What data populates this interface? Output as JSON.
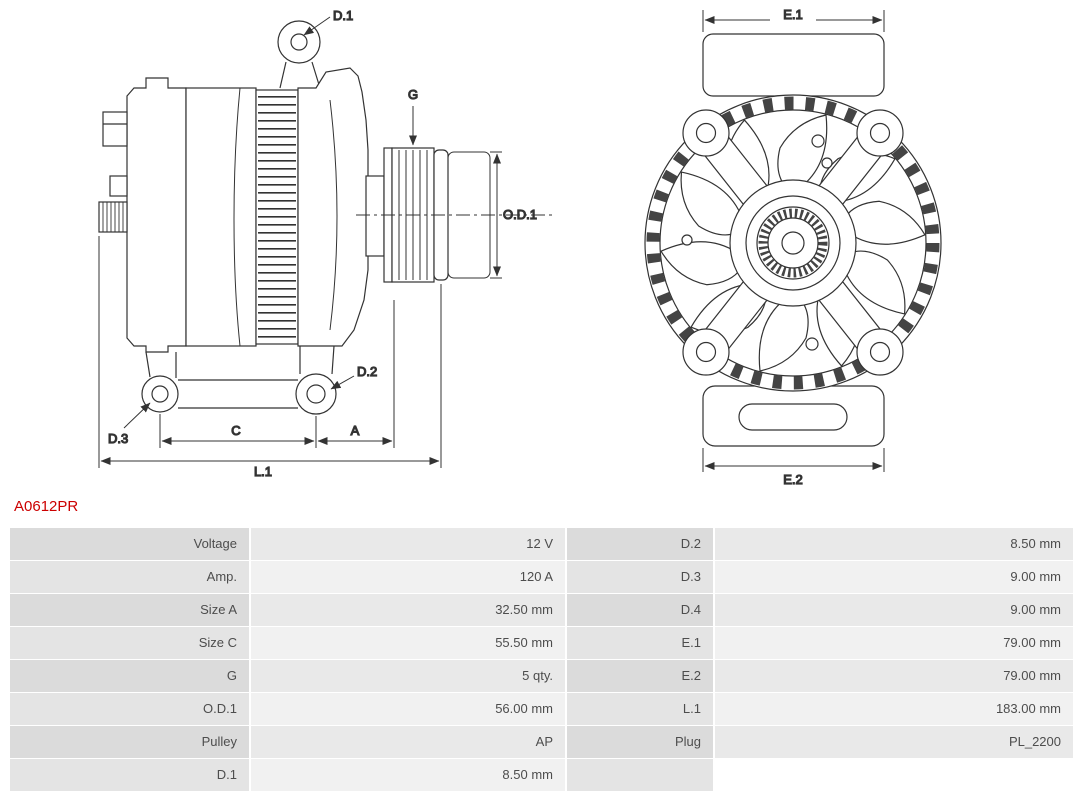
{
  "part_number": "A0612PR",
  "colors": {
    "part_number_red": "#cc0000",
    "drawing_line": "#333333",
    "table_label_bg_odd": "#dbdbdb",
    "table_value_bg_odd": "#e9e9e9",
    "table_label_bg_even": "#e4e4e4",
    "table_value_bg_even": "#f1f1f1"
  },
  "drawing": {
    "side": {
      "d1": "D.1",
      "g": "G",
      "od1": "O.D.1",
      "d2": "D.2",
      "d3": "D.3",
      "c": "C",
      "a": "A",
      "l1": "L.1"
    },
    "front": {
      "e1": "E.1",
      "e2": "E.2"
    }
  },
  "table": {
    "rows": [
      {
        "label1": "Voltage",
        "value1": "12 V",
        "label2": "D.2",
        "value2": "8.50 mm"
      },
      {
        "label1": "Amp.",
        "value1": "120 A",
        "label2": "D.3",
        "value2": "9.00 mm"
      },
      {
        "label1": "Size A",
        "value1": "32.50 mm",
        "label2": "D.4",
        "value2": "9.00 mm"
      },
      {
        "label1": "Size C",
        "value1": "55.50 mm",
        "label2": "E.1",
        "value2": "79.00 mm"
      },
      {
        "label1": "G",
        "value1": "5 qty.",
        "label2": "E.2",
        "value2": "79.00 mm"
      },
      {
        "label1": "O.D.1",
        "value1": "56.00 mm",
        "label2": "L.1",
        "value2": "183.00 mm"
      },
      {
        "label1": "Pulley",
        "value1": "AP",
        "label2": "Plug",
        "value2": "PL_2200"
      },
      {
        "label1": "D.1",
        "value1": "8.50 mm",
        "label2": "",
        "value2": ""
      }
    ]
  }
}
